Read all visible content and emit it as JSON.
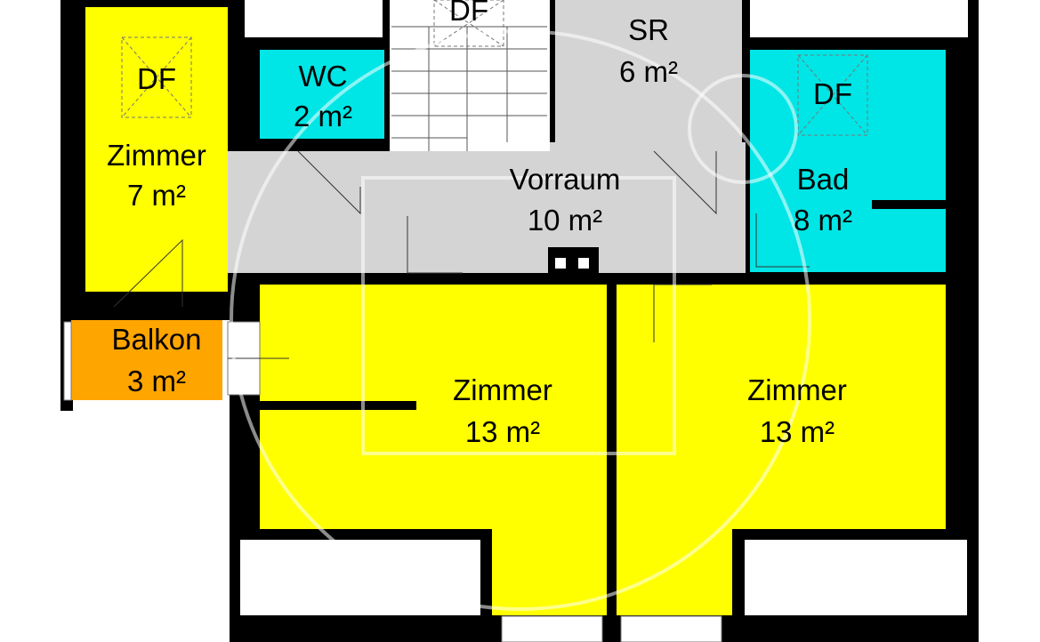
{
  "colors": {
    "wall": "#000000",
    "room_yellow": "#ffff00",
    "room_cyan": "#00e5e5",
    "room_grey": "#d4d4d4",
    "balcony": "#ffa500",
    "window": "#ffffff",
    "watermark": "#ffffff"
  },
  "rooms": {
    "zimmer_left": {
      "name": "Zimmer",
      "area": "7 m²",
      "skylight": "DF"
    },
    "wc": {
      "name": "WC",
      "area": "2 m²"
    },
    "stairs": {
      "skylight": "DF"
    },
    "sr": {
      "name": "SR",
      "area": "6 m²"
    },
    "bad": {
      "name": "Bad",
      "area": "8 m²",
      "skylight": "DF"
    },
    "vorraum": {
      "name": "Vorraum",
      "area": "10 m²"
    },
    "balkon": {
      "name": "Balkon",
      "area": "3 m²"
    },
    "zimmer_mid": {
      "name": "Zimmer",
      "area": "13 m²"
    },
    "zimmer_right": {
      "name": "Zimmer",
      "area": "13 m²"
    }
  }
}
